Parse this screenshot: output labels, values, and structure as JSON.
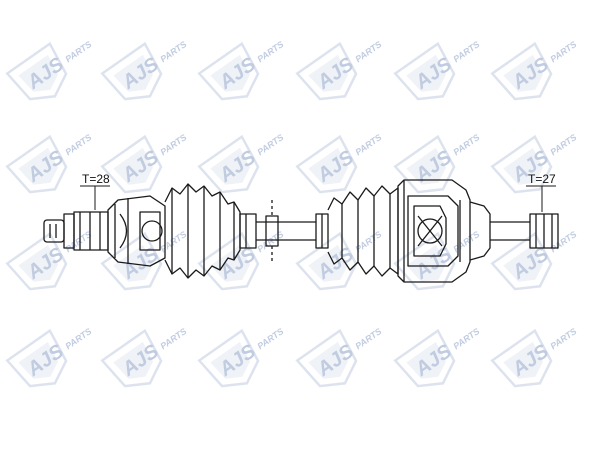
{
  "watermark": {
    "brand": "AJS",
    "suffix": "PARTS",
    "color": "#8fa3c9",
    "icon": "ajs-parts-logo-icon"
  },
  "drawing": {
    "line_color": "#1a1a1a",
    "left_spline_label": "T=28",
    "right_spline_label": "T=27"
  }
}
